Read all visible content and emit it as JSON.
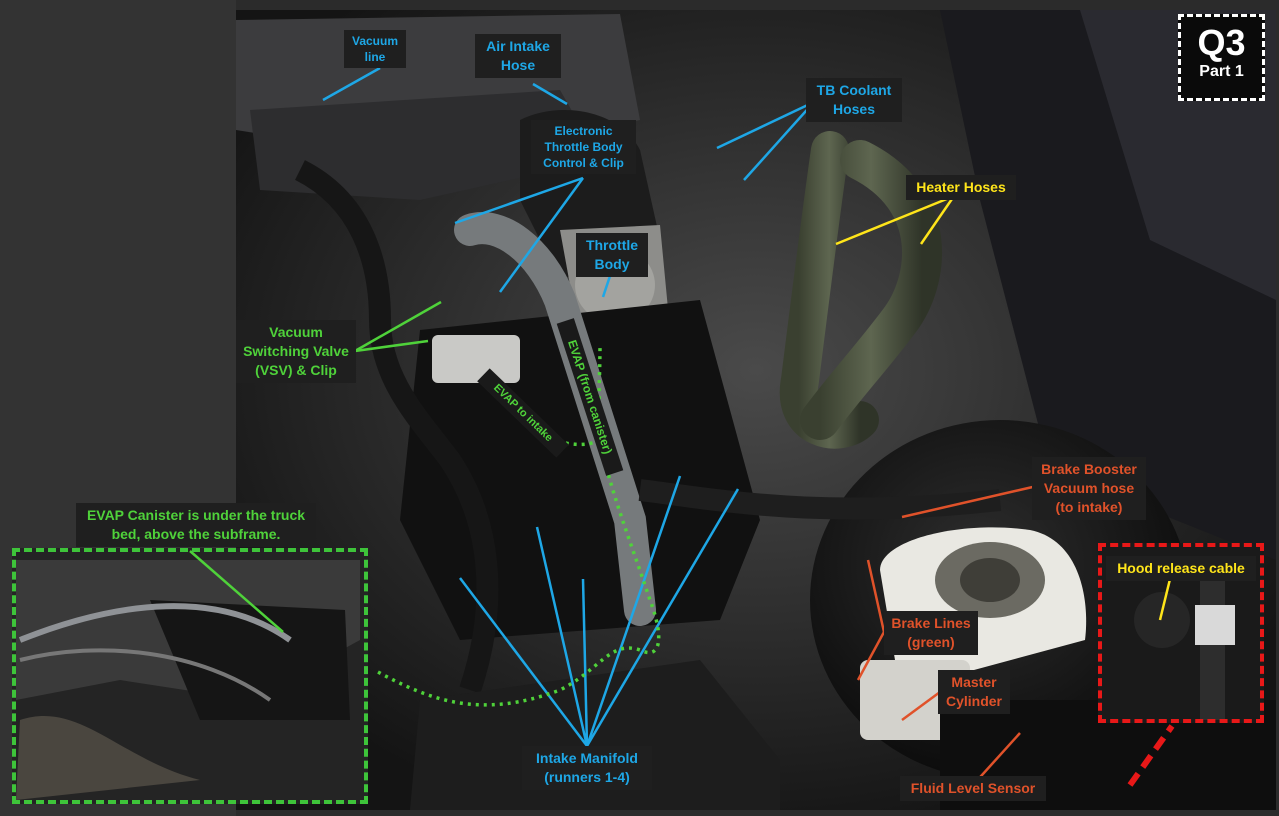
{
  "badge": {
    "question": "Q3",
    "part": "Part 1"
  },
  "labels": {
    "vacuum_line": [
      "Vacuum",
      "line"
    ],
    "air_intake_hose": [
      "Air Intake",
      "Hose"
    ],
    "tb_coolant_hoses": [
      "TB Coolant",
      "Hoses"
    ],
    "electronic_throttle": [
      "Electronic",
      "Throttle Body",
      "Control & Clip"
    ],
    "heater_hoses": [
      "Heater Hoses"
    ],
    "throttle_body": [
      "Throttle",
      "Body"
    ],
    "vsv": [
      "Vacuum",
      "Switching Valve",
      "(VSV) & Clip"
    ],
    "evap_from_canister": "EVAP (from canister)",
    "evap_to_intake": "EVAP to intake",
    "brake_booster": [
      "Brake Booster",
      "Vacuum hose",
      "(to intake)"
    ],
    "evap_canister": [
      "EVAP Canister is under the truck",
      "bed, above the subframe."
    ],
    "hood_release": [
      "Hood release cable"
    ],
    "brake_lines": [
      "Brake Lines",
      "(green)"
    ],
    "master_cylinder": [
      "Master",
      "Cylinder"
    ],
    "intake_manifold": [
      "Intake Manifold",
      "(runners 1-4)"
    ],
    "fluid_level_sensor": [
      "Fluid Level Sensor"
    ]
  },
  "colors": {
    "blue": "#1ea7e6",
    "green": "#4fd23a",
    "yellow": "#ffe51a",
    "orange": "#e0522a",
    "red": "#e81818"
  }
}
